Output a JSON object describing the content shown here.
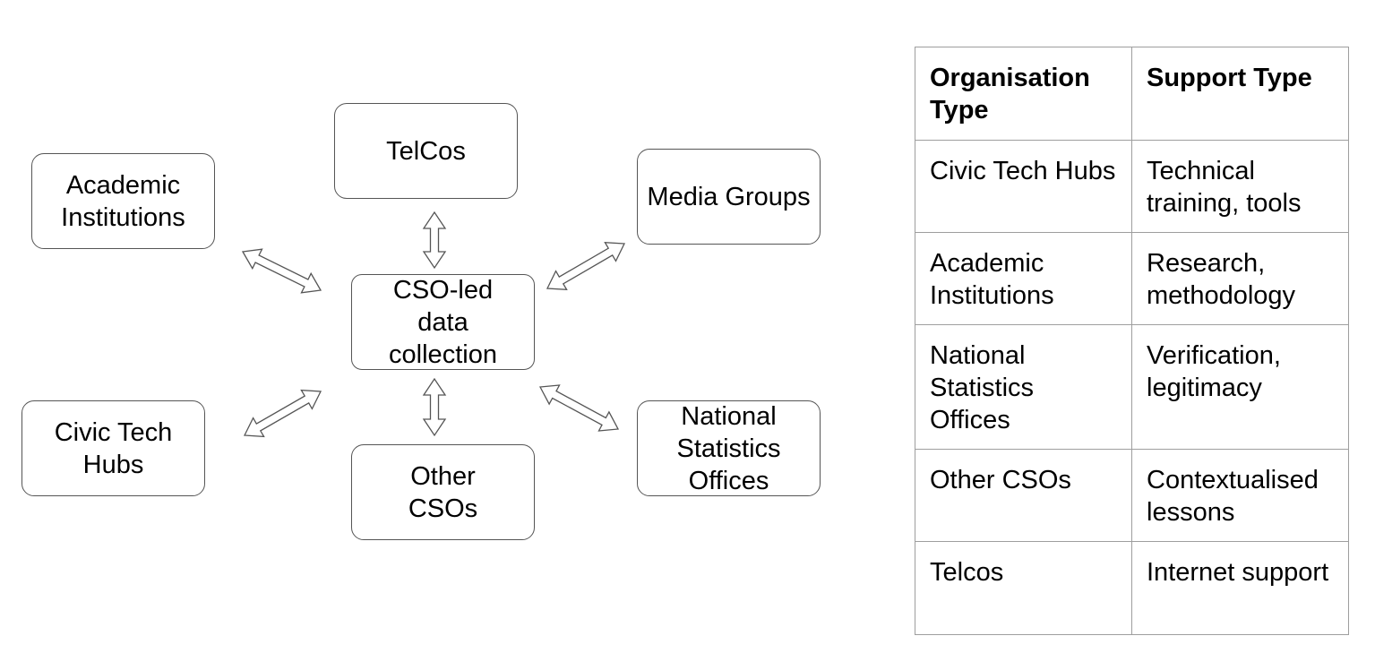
{
  "diagram": {
    "nodes": [
      {
        "id": "center",
        "label": "CSO-led data collection"
      },
      {
        "id": "telcos",
        "label": "TelCos"
      },
      {
        "id": "academic",
        "label": "Academic Institutions"
      },
      {
        "id": "media",
        "label": "Media Groups"
      },
      {
        "id": "civic",
        "label": "Civic Tech Hubs"
      },
      {
        "id": "other",
        "label": "Other CSOs"
      },
      {
        "id": "nso",
        "label": "National Statistics Offices"
      }
    ],
    "edges": [
      {
        "from": "center",
        "to": "telcos",
        "arrow": "double"
      },
      {
        "from": "center",
        "to": "academic",
        "arrow": "double"
      },
      {
        "from": "center",
        "to": "media",
        "arrow": "double"
      },
      {
        "from": "center",
        "to": "civic",
        "arrow": "double"
      },
      {
        "from": "center",
        "to": "other",
        "arrow": "double"
      },
      {
        "from": "center",
        "to": "nso",
        "arrow": "double"
      }
    ],
    "colors": {
      "border": "#555555",
      "arrow_stroke": "#555555",
      "arrow_fill": "#ffffff"
    }
  },
  "table": {
    "headers": [
      "Organisation Type",
      "Support Type"
    ],
    "rows": [
      [
        "Civic Tech Hubs",
        "Technical training, tools"
      ],
      [
        "Academic Institutions",
        "Research, methodology"
      ],
      [
        "National Statistics Offices",
        "Verification, legitimacy"
      ],
      [
        "Other CSOs",
        "Contextualised lessons"
      ],
      [
        "Telcos",
        "Internet support"
      ]
    ],
    "colors": {
      "border": "#9e9e9e"
    }
  }
}
